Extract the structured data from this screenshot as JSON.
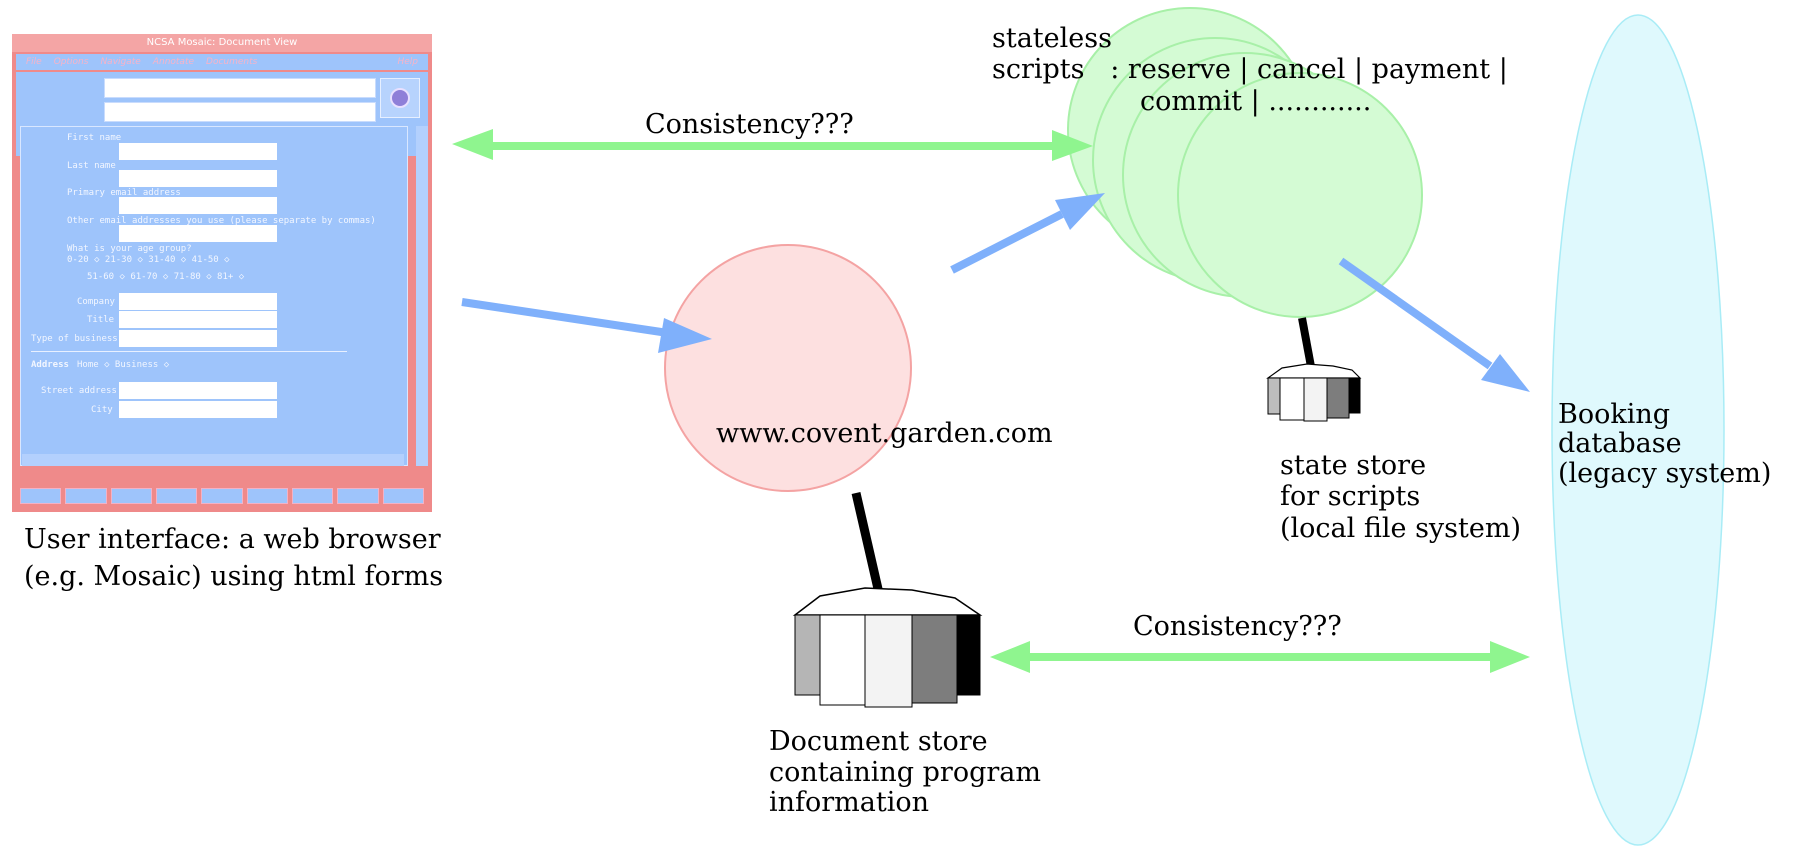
{
  "browser": {
    "title": "NCSA Mosaic: Document View",
    "menu": [
      "File",
      "Options",
      "Navigate",
      "Annotate",
      "Documents"
    ],
    "menu_help": "Help",
    "form": {
      "first_name": "First name",
      "last_name": "Last name",
      "primary_email": "Primary email address",
      "other_email": "Other email addresses you use (please separate by commas)",
      "age_group": "What is your age group?",
      "age_row1": "0-20 ◇  21-30 ◇  31-40 ◇  41-50 ◇",
      "age_row2": "51-60 ◇  61-70 ◇  71-80 ◇   81+ ◇",
      "company": "Company",
      "title": "Title",
      "type_of_business": "Type of business",
      "address": "Address",
      "address_options": "Home ◇   Business ◇",
      "street_address": "Street address",
      "city": "City"
    }
  },
  "labels": {
    "ui_line1": "User interface: a web browser",
    "ui_line2": "(e.g. Mosaic) using html forms",
    "consistency_top": "Consistency???",
    "consistency_bottom": "Consistency???",
    "scripts_line1": "stateless",
    "scripts_line2": "scripts   : reserve | cancel | payment |",
    "scripts_line3": "commit | ............",
    "server": "www.covent.garden.com",
    "state_line1": "state store",
    "state_line2": "for scripts",
    "state_line3": "(local file system)",
    "booking_line1": "Booking",
    "booking_line2": "database",
    "booking_line3": "(legacy system)",
    "doc_line1": "Document store",
    "doc_line2": "containing program",
    "doc_line3": "information"
  },
  "colors": {
    "green_arrow": "#8ff58f",
    "blue_arrow": "#7fb0fb",
    "server_fill": "#fde0e0",
    "server_stroke": "#f4a3a3",
    "scripts_fill": "#d4fbd4",
    "scripts_stroke": "#a8f0a8",
    "booking_fill": "#dff9fd",
    "booking_stroke": "#a9ecf6",
    "browser_frame": "#ef8a8a",
    "browser_bg": "#9ec4fb"
  }
}
